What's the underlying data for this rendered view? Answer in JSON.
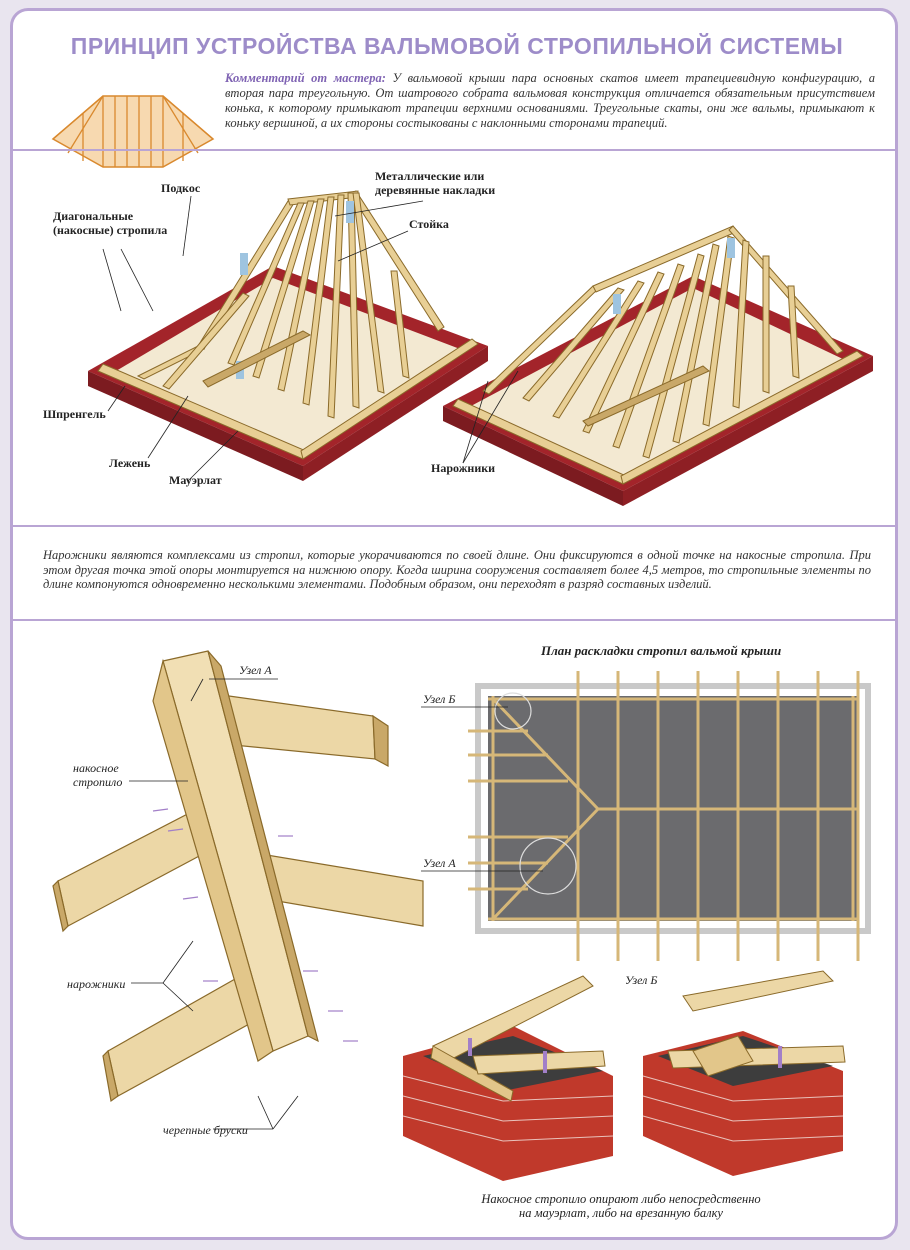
{
  "title": "ПРИНЦИП УСТРОЙСТВА ВАЛЬМОВОЙ СТРОПИЛЬНОЙ СИСТЕМЫ",
  "comment": {
    "lead": "Комментарий от мастера:",
    "text": "У вальмовой крыши пара основных скатов имеет трапециевидную конфигурацию, а вторая пара треугольную. От шатрового собрата вальмовая конструкция отличается обязательным присутствием конька, к которому примыкают трапеции верхними основаниями. Треугольные скаты, они же вальмы, примыкают к коньку вершиной, а их стороны состыкованы с наклонными сторонами трапеций."
  },
  "diagram1": {
    "labels": {
      "podkos": "Подкос",
      "diagonal": "Диагональные\n(накосные) стропила",
      "metal": "Металлические или\nдеревянные накладки",
      "stoyka": "Стойка",
      "shprengel": "Шпренгель",
      "lezhen": "Лежень",
      "mauerlat": "Мауэрлат",
      "narozhniki": "Нарожники"
    }
  },
  "paragraph": "Нарожники являются комплексами из стропил, которые укорачиваются по своей длине. Они фиксируются в одной точке на накосные стропила. При этом другая точка этой опоры монтируется на нижнюю опору. Когда ширина сооружения составляет более 4,5 метров, то стропильные элементы по длине компонуются одновременно несколькими элементами. Подобным образом, они переходят в разряд составных изделий.",
  "diagram2": {
    "uzel_a": "Узел А",
    "nakosnoe": "накосное\nстропило",
    "narozhniki": "нарожники",
    "cherepnye": "черепные бруски",
    "plan_title": "План раскладки стропил вальмой крыши",
    "plan_uzel_b": "Узел Б",
    "plan_uzel_a": "Узел А",
    "uzel_b": "Узел Б",
    "caption": "Накосное стропило опирают либо непосредственно\nна мауэрлат, либо на врезанную балку"
  },
  "colors": {
    "accent": "#9d8cc9",
    "timber": "#e8cf95",
    "timber_edge": "#8a6a2a",
    "brick": "#c0392b",
    "slate": "#6f6f72"
  }
}
